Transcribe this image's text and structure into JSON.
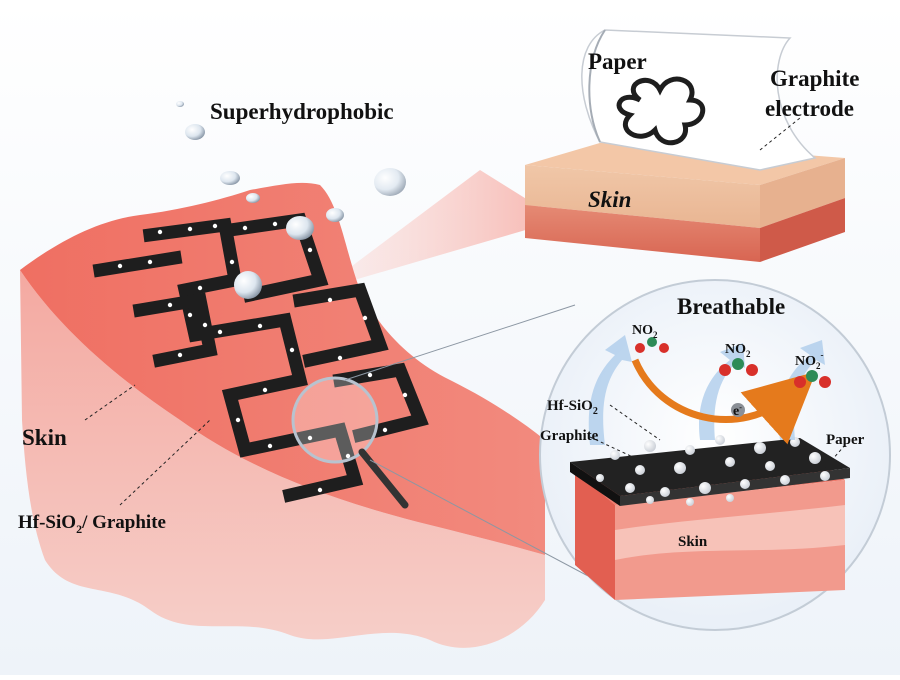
{
  "labels": {
    "superhydrophobic": "Superhydrophobic",
    "paper_top": "Paper",
    "graphite_electrode_line1": "Graphite",
    "graphite_electrode_line2": "electrode",
    "skin_top": "Skin",
    "breathable": "Breathable",
    "skin_left": "Skin",
    "hf_sio2_graphite_left": {
      "pre": "Hf-SiO",
      "sub": "2",
      "post": "/ Graphite"
    },
    "hf_sio2_circle": {
      "pre": "Hf-SiO",
      "sub": "2"
    },
    "graphite_circle": "Graphite",
    "paper_circle": "Paper",
    "skin_circle": "Skin",
    "no2_1": {
      "pre": "NO",
      "sub": "2"
    },
    "no2_2": {
      "pre": "NO",
      "sub": "2"
    },
    "no2_3": {
      "pre": "NO",
      "sub": "2",
      "sup": "-"
    },
    "electron": {
      "pre": "e",
      "sup": "-"
    }
  },
  "colors": {
    "skin_top": "#f0776c",
    "skin_side": "#f3b5ad",
    "graphite": "#1e1e1e",
    "no2_red": "#d8302a",
    "no2_green": "#2e8b57",
    "flow_arrow": "#a9c9ea",
    "electron_arrow": "#e57a1c",
    "background": "#ffffff"
  }
}
